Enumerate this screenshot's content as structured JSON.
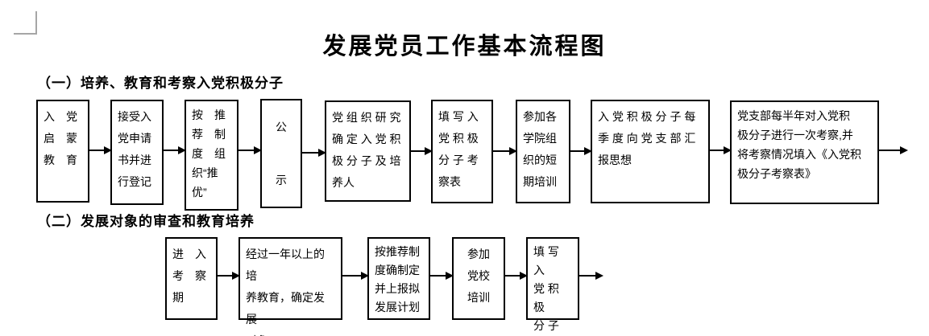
{
  "title": "发展党员工作基本流程图",
  "sections": {
    "s1": "（一）培养、教育和考察入党积极分子",
    "s2": "（二）发展对象的审查和教育培养"
  },
  "flow1": {
    "boxes": [
      {
        "text": "入　党\n启　蒙\n教　育"
      },
      {
        "text": "接受入\n党申请\n书并进\n行登记"
      },
      {
        "text": "按　推\n荐　制\n度　组\n织“推\n优”"
      },
      {
        "text": "公\n\n示"
      },
      {
        "text": "党 组 织 研 究\n确 定 入 党 积\n极 分 子 及 培\n养人"
      },
      {
        "text": "填 写 入\n党 积 极\n分 子 考\n察表"
      },
      {
        "text": "参加各\n学院组\n织的短\n期培训"
      },
      {
        "text": "入 党 积 极 分 子 每\n季 度 向 党 支 部 汇\n报思想"
      },
      {
        "text": "党支部每半年对入党积\n极分子进行一次考察,并\n将考察情况填入《入党积\n极分子考察表》"
      }
    ]
  },
  "flow2": {
    "boxes": [
      {
        "text": "进　入\n考　察\n期"
      },
      {
        "text": "经过一年以上的培\n养教育，确定发展\n对象"
      },
      {
        "text": "按推荐制\n度确制定\n并上报拟\n发展计划"
      },
      {
        "text": "参加\n党校\n培训"
      },
      {
        "text": "填 写 入\n党 积 极\n分 子 综\n合意见"
      }
    ]
  },
  "colors": {
    "background": "#ffffff",
    "line": "#000000",
    "corner_mark": "#a6a6a6"
  }
}
